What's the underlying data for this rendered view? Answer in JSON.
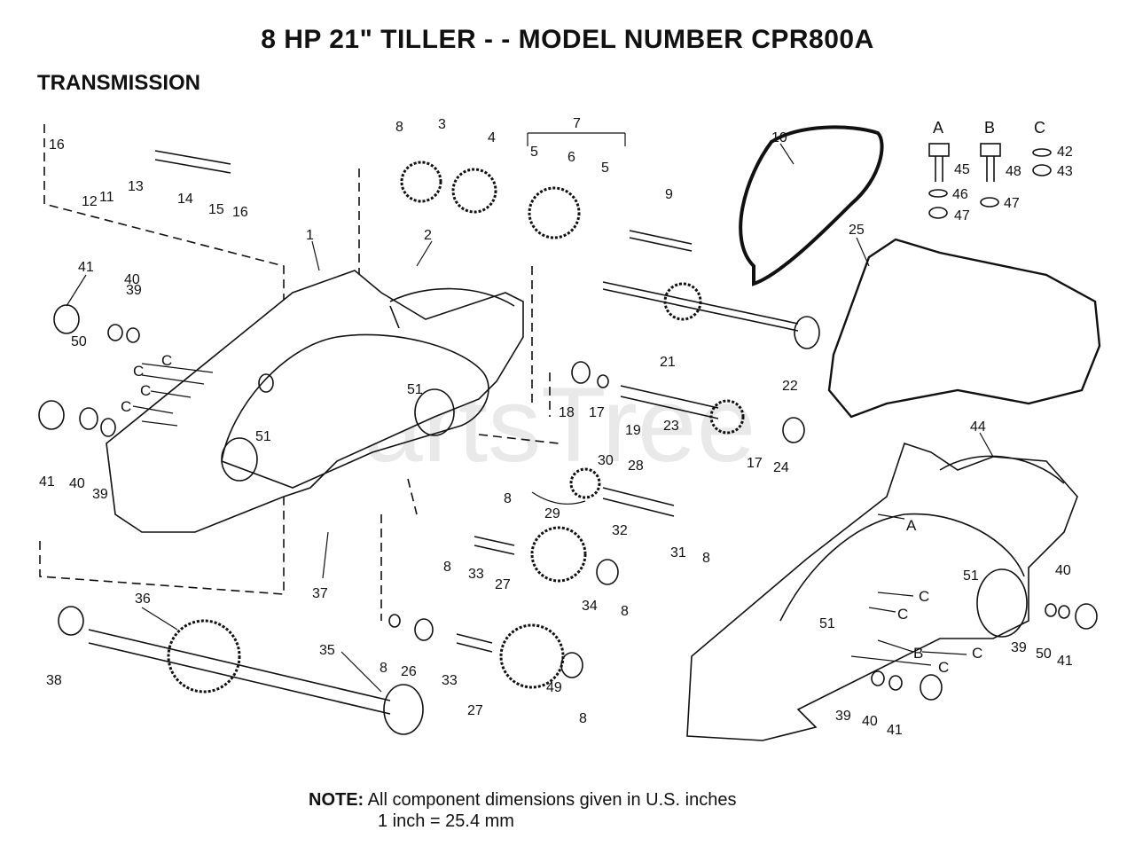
{
  "title": "8 HP 21\" TILLER - - MODEL NUMBER CPR800A",
  "section": "TRANSMISSION",
  "watermark": "PartsTree",
  "kits": [
    {
      "letter": "A"
    },
    {
      "letter": "B"
    },
    {
      "letter": "C"
    }
  ],
  "kit_parts": [
    "42",
    "43",
    "45",
    "46",
    "47",
    "48",
    "47"
  ],
  "callouts": [
    "A",
    "B",
    "C",
    "C",
    "C",
    "C",
    "C",
    "C",
    "C",
    "C"
  ],
  "parts": [
    "1",
    "2",
    "3",
    "4",
    "5",
    "5",
    "6",
    "7",
    "8",
    "8",
    "8",
    "8",
    "8",
    "8",
    "8",
    "9",
    "10",
    "11",
    "12",
    "13",
    "14",
    "15",
    "16",
    "16",
    "17",
    "17",
    "18",
    "19",
    "21",
    "22",
    "23",
    "24",
    "25",
    "26",
    "27",
    "27",
    "28",
    "29",
    "30",
    "31",
    "32",
    "33",
    "33",
    "34",
    "35",
    "36",
    "37",
    "38",
    "39",
    "39",
    "39",
    "39",
    "40",
    "40",
    "40",
    "40",
    "41",
    "41",
    "41",
    "41",
    "44",
    "49",
    "50",
    "50",
    "51",
    "51",
    "51",
    "51"
  ],
  "note": {
    "label": "NOTE:",
    "line1": "All component dimensions given in U.S. inches",
    "line2": "1 inch = 25.4 mm"
  }
}
